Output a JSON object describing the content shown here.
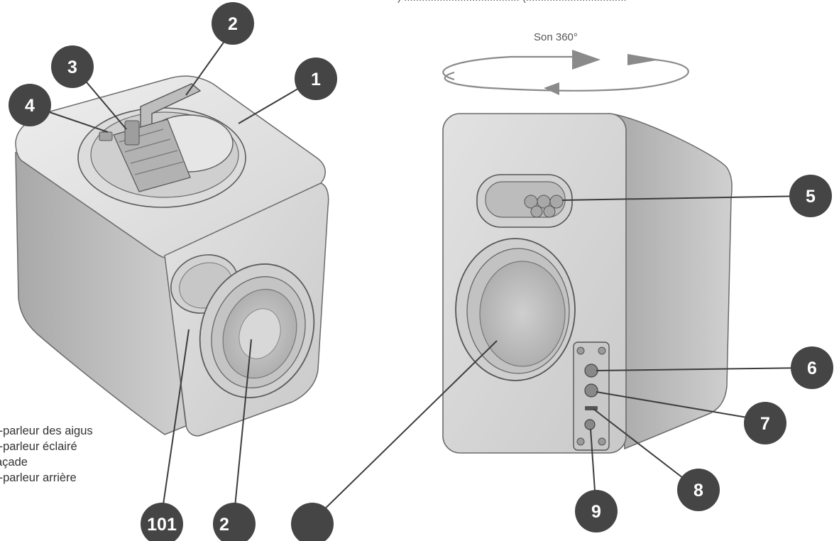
{
  "top_caption": ") ....................................... (..................................",
  "son_label": "Son 360°",
  "legend": [
    "t-parleur des aigus",
    "t-parleur éclairé",
    "açade",
    "t-parleur arrière"
  ],
  "callouts": {
    "c1": "1",
    "c2": "2",
    "c3": "3",
    "c4": "4",
    "c5": "5",
    "c6": "6",
    "c7": "7",
    "c8": "8",
    "c9": "9",
    "c10": "101",
    "c11": "2",
    "c12": ""
  },
  "colors": {
    "callout_fill": "#454545",
    "speaker_body": "#d6d6d6",
    "speaker_side": "#bdbdbd",
    "outline": "#5a5a5a"
  }
}
